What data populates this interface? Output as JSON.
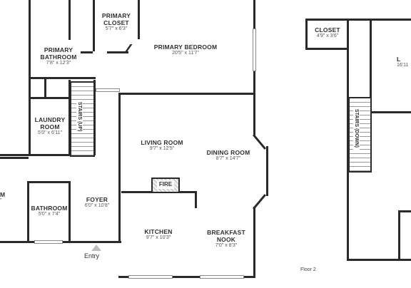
{
  "rooms": {
    "primary_closet": {
      "name_line1": "PRIMARY",
      "name_line2": "CLOSET",
      "dim": "5'7\" x 6'3\""
    },
    "primary_bedroom": {
      "name": "PRIMARY BEDROOM",
      "dim": "20'5\" x 11'7\""
    },
    "primary_bathroom": {
      "name_line1": "PRIMARY",
      "name_line2": "BATHROOM",
      "dim": "7'8\" x 12'3\""
    },
    "laundry_room": {
      "name_line1": "LAUNDRY",
      "name_line2": "ROOM",
      "dim": "5'0\" x 6'11\""
    },
    "living_room": {
      "name": "LIVING ROOM",
      "dim": "9'7\" x 12'5\""
    },
    "dining_room": {
      "name": "DINING ROOM",
      "dim": "8'7\" x 14'7\""
    },
    "foyer": {
      "name": "FOYER",
      "dim": "6'0\" x 10'8\""
    },
    "bathroom": {
      "name": "BATHROOM",
      "dim": "5'0\" x 7'4\""
    },
    "kitchen": {
      "name": "KITCHEN",
      "dim": "9'7\" x 10'3\""
    },
    "breakfast_nook": {
      "name_line1": "BREAKFAST",
      "name_line2": "NOOK",
      "dim": "7'0\" x 8'3\""
    },
    "closet_floor2": {
      "name": "CLOSET",
      "dim": "4'9\" x 3'6\""
    },
    "cut_left_room": {
      "name_fragment": "M",
      "dim_fragment": "\""
    },
    "cut_right_room": {
      "name_fragment": "L",
      "dim_fragment": "16'11"
    }
  },
  "stairs": {
    "up": "STAIRS (UP)",
    "down": "STAIRS (DOWN)"
  },
  "fireplace": {
    "label": "FIRE"
  },
  "entry": {
    "label": "Entry"
  },
  "floor_label": "Floor 2"
}
